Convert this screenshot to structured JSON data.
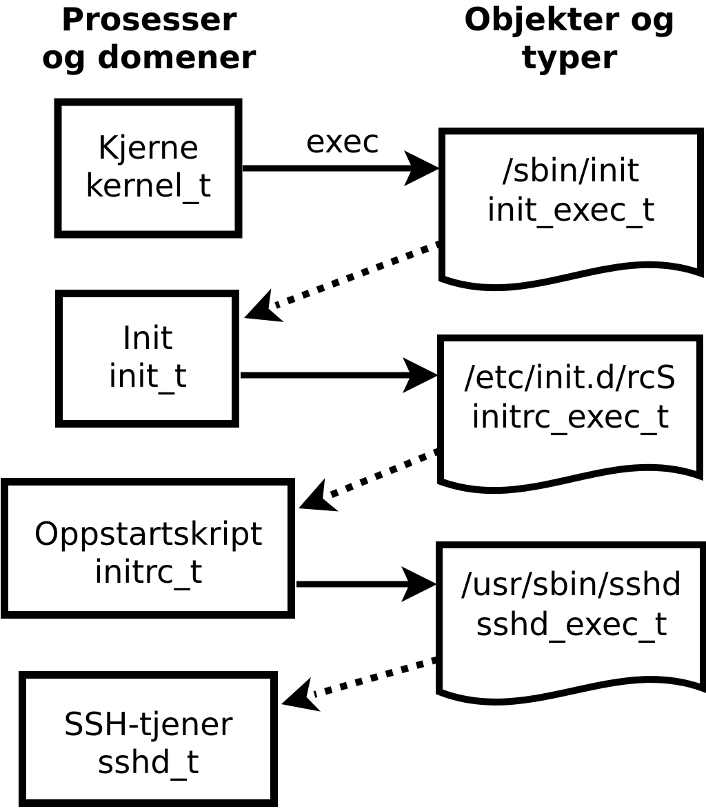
{
  "colors": {
    "ink": "#000000",
    "paper": "#ffffff"
  },
  "headers": {
    "left": {
      "line1": "Prosesser",
      "line2": "og domener"
    },
    "right": {
      "line1": "Objekter og",
      "line2": "typer"
    }
  },
  "arrow_label": "exec",
  "processes": [
    {
      "label": "Kjerne",
      "domain": "kernel_t"
    },
    {
      "label": "Init",
      "domain": "init_t"
    },
    {
      "label": "Oppstartskript",
      "domain": "initrc_t"
    },
    {
      "label": "SSH-tjener",
      "domain": "sshd_t"
    }
  ],
  "objects": [
    {
      "path": "/sbin/init",
      "type": "init_exec_t"
    },
    {
      "path": "/etc/init.d/rcS",
      "type": "initrc_exec_t"
    },
    {
      "path": "/usr/sbin/sshd",
      "type": "sshd_exec_t"
    }
  ]
}
